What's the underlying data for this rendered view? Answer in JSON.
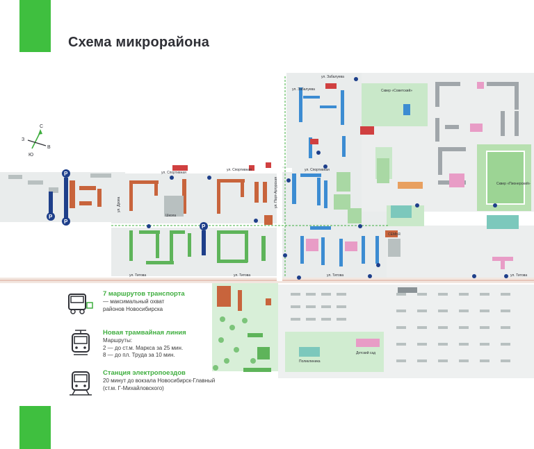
{
  "page": {
    "title": "Схема микрорайона"
  },
  "colors": {
    "accent": "#3fbf3f",
    "road": "#ffffff",
    "block_bg": "#e9ecec",
    "green_area": "#d2ecd2",
    "building_orange": "#c8643c",
    "building_green": "#5eb45a",
    "building_blue": "#3c8cd2",
    "building_pink": "#e89cc6",
    "building_teal": "#7cc8bc",
    "building_gray": "#a0a6aa",
    "parking": "#1e3f8a",
    "tram_line": "#e0b0a0"
  },
  "compass": {
    "north": "С",
    "south": "Ю",
    "west": "З",
    "east": "В"
  },
  "streets": {
    "titova": "ул. Титова",
    "sportivnaya": "ул. Спортивная",
    "zabalueva": "ул. Забалуева",
    "port_arturskaya": "ул. Порт-Артурская",
    "titova_left": "ул. Титова",
    "titova_mid": "ул. Титова",
    "titova_right": "ул. Титова",
    "sportivnaya_2": "ул. Спортивная",
    "sportivnaya_3": "ул. Спортивная",
    "zabalueva_2": "ул. Забалуева",
    "dmitrova": "ул. Дрова"
  },
  "places": {
    "school": "Школа",
    "square_sovetsky": "Сквер «Советский»",
    "square_pionersky": "Сквер «Пионерский»",
    "kindergarten": "Детский сад",
    "shop": "СЕМЬЯ",
    "polyclinic": "Поликлиника"
  },
  "parking_label": "P",
  "legend": [
    {
      "icon": "bus-icon",
      "title": "7 маршрутов транспорта",
      "body": "— максимальный охват\nрайонов Новосибирска"
    },
    {
      "icon": "tram-icon",
      "title": "Новая трамвайная линия",
      "body": "Маршруты:\n2 — до ст.м. Маркса за 25 мин.\n8 — до пл. Труда за 10 мин."
    },
    {
      "icon": "train-icon",
      "title": "Станция электропоездов",
      "body": "20 минут до вокзала Новосибирск-Главный\n(ст.м. Г-Михайловского)"
    }
  ]
}
